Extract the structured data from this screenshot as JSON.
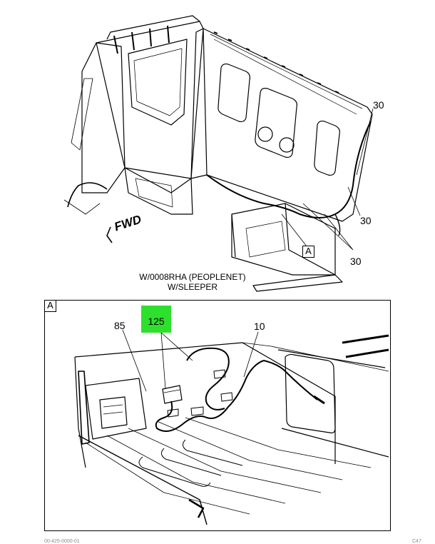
{
  "overview": {
    "callouts": [
      "30",
      "30",
      "30"
    ],
    "fwd_label": "FWD",
    "detail_ref": "A",
    "caption_line1": "W/0008RHA (PEOPLENET)",
    "caption_line2": "W/SLEEPER"
  },
  "detail": {
    "ref": "A",
    "highlighted_callout": "125",
    "callouts": [
      "85",
      "10"
    ],
    "highlight_color": "#2ee02e"
  },
  "footer": {
    "left": "00-425-0000-01",
    "right": "C47"
  }
}
